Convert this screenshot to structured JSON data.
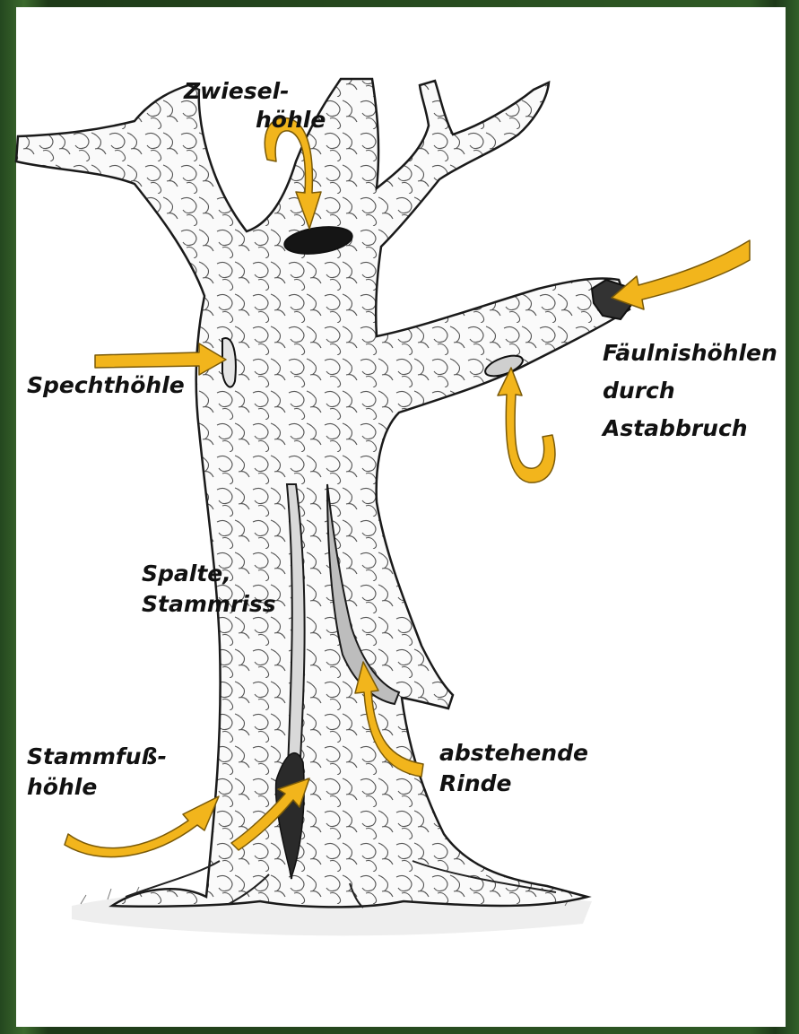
{
  "labels": {
    "zwiesel": {
      "line1": "Zwiesel-",
      "line2": "höhle"
    },
    "faeulnis": {
      "line1": "Fäulnishöhlen",
      "line2": "durch",
      "line3": "Astabbruch"
    },
    "specht": {
      "line1": "Spechthöhle"
    },
    "spalte": {
      "line1": "Spalte,",
      "line2": "Stammriss"
    },
    "stammfuss": {
      "line1": "Stammfuß-",
      "line2": "höhle"
    },
    "rinde": {
      "line1": "abstehende",
      "line2": "Rinde"
    }
  },
  "colors": {
    "arrow": "#f2b51c",
    "arrow_outline": "#7a5a08",
    "ink": "#222222",
    "background_green": "#2f5a25"
  },
  "icons": [
    "tree-illustration",
    "arrow-icon"
  ]
}
